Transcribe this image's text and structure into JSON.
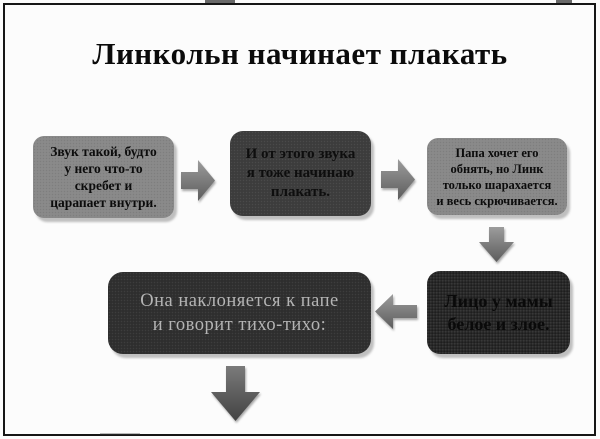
{
  "title": {
    "text": "Линкольн начинает плакать"
  },
  "flowchart": {
    "boxes": [
      {
        "id": "step-1",
        "text": "Звук такой, будто у него что-то скребет и царапает внутри.",
        "lines": [
          "Звук такой, будто",
          "у него что-то",
          "скребет и",
          "царапает внутри."
        ],
        "bg": "#8a8a8a",
        "text_color": "#0c0c0c"
      },
      {
        "id": "step-2",
        "text": "И от этого звука я тоже начинаю плакать.",
        "lines": [
          "И от этого звука",
          "я тоже начинаю",
          "плакать."
        ],
        "bg": "#3c3c3c",
        "text_color": "#0e0e0e"
      },
      {
        "id": "step-3",
        "text": "Папа хочет его обнять, но Линк только шарахается и весь скрючивается.",
        "lines": [
          "Папа хочет его",
          "обнять, но Линк",
          "только шарахается",
          "и весь скрючивается."
        ],
        "bg": "#8a8a8a",
        "text_color": "#0c0c0c"
      },
      {
        "id": "step-4",
        "text": "Лицо у мамы белое и злое.",
        "lines": [
          "Лицо у мамы",
          "белое и злое."
        ],
        "bg": "#2a2a2a",
        "text_color": "#0a0a0a"
      },
      {
        "id": "step-5",
        "text": "Она наклоняется к папе и говорит тихо-тихо:",
        "lines": [
          "Она наклоняется к папе",
          "и говорит тихо-тихо:"
        ],
        "bg": "#2e2e2e",
        "text_color": "#b4b4b4"
      }
    ],
    "connections": [
      {
        "from": "step-1",
        "to": "step-2",
        "direction": "right"
      },
      {
        "from": "step-2",
        "to": "step-3",
        "direction": "right"
      },
      {
        "from": "step-3",
        "to": "step-4",
        "direction": "down"
      },
      {
        "from": "step-4",
        "to": "step-5",
        "direction": "left"
      },
      {
        "from": "step-5",
        "to": "next",
        "direction": "down"
      }
    ]
  },
  "colors": {
    "page_bg": "#fcfcfc",
    "frame": "#161616",
    "box_light_bg": "#8a8a8a",
    "box_dark_bg": "#3c3c3c",
    "box_darkest_bg": "#2e2e2e",
    "arrow_light": "#9c9c9c",
    "arrow_dark": "#5c5c5c",
    "big_arrow_light": "#7a7a7a",
    "big_arrow_dark": "#434343",
    "title_color": "#0b0b0b"
  }
}
